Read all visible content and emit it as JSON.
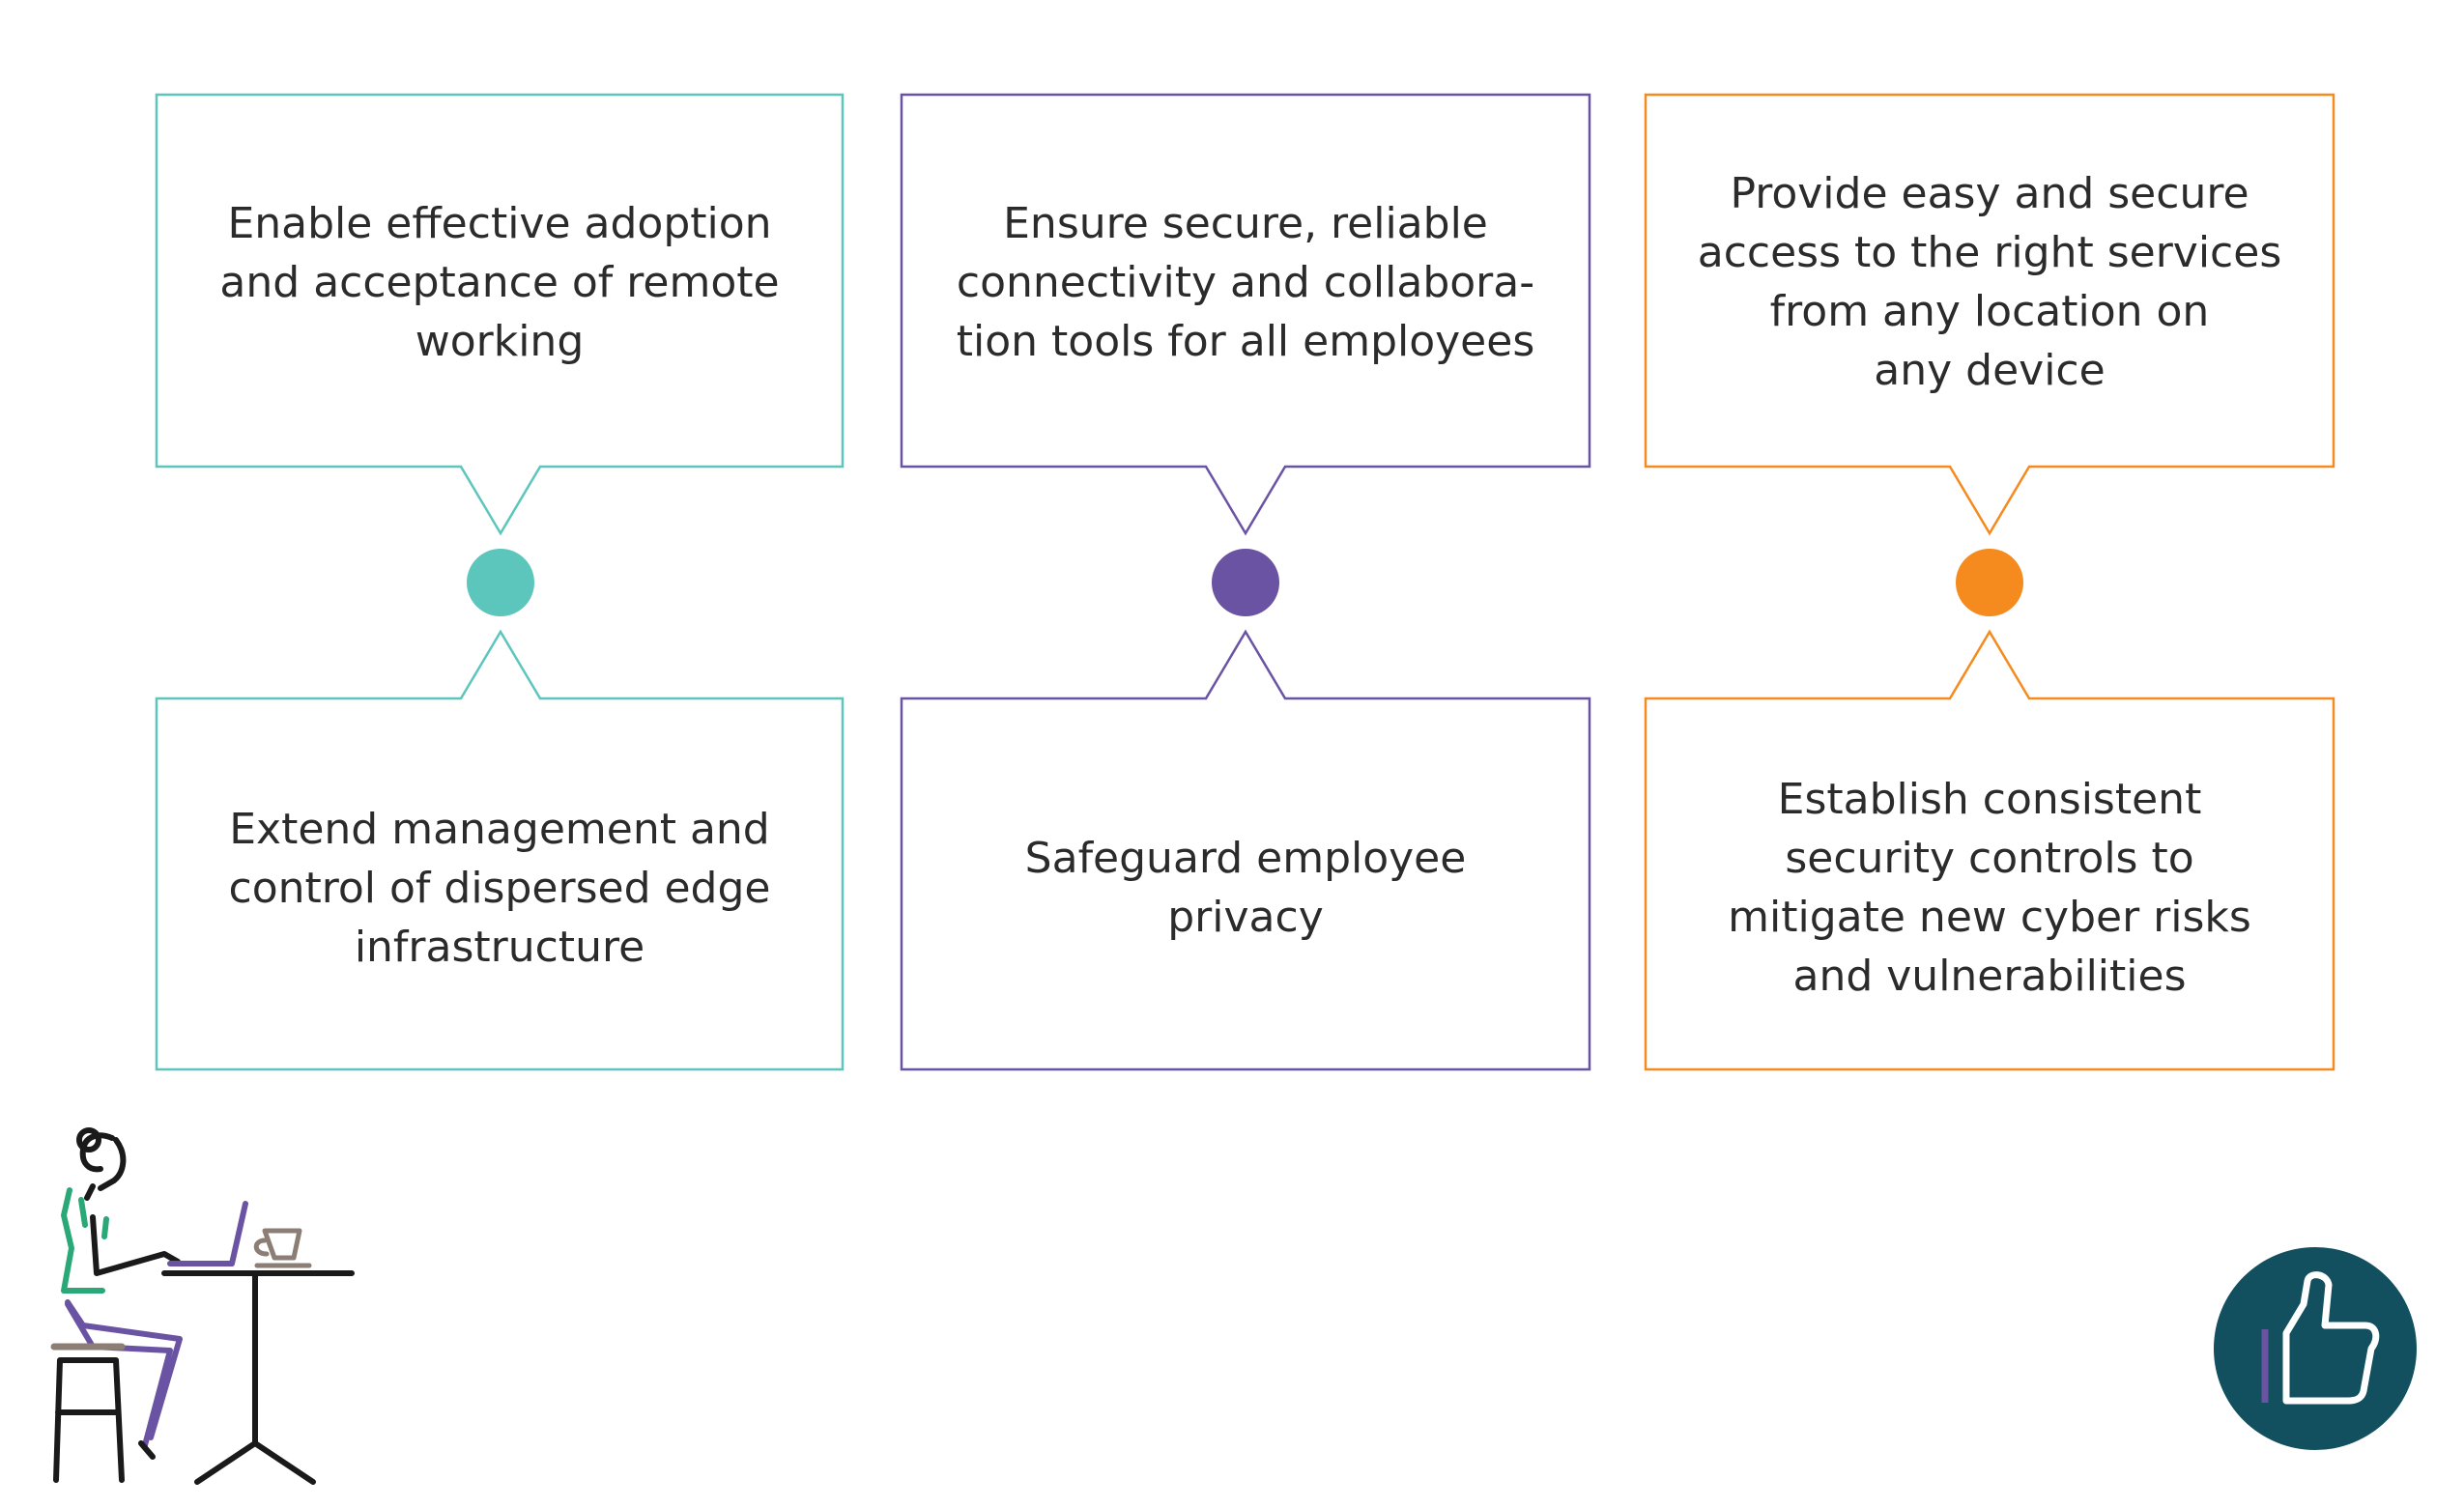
{
  "colors": {
    "teal": "#5cc6bd",
    "purple": "#6a53a3",
    "orange": "#f58a1f",
    "text": "#2b2b2b",
    "badge_bg": "#12505f",
    "figure_line": "#1a1a1a",
    "figure_top": "#2aa877",
    "figure_legs": "#6a53a3",
    "figure_props": "#8c7e74"
  },
  "columns": [
    {
      "color_name": "teal",
      "top_text": "Enable effective adoption\nand acceptance of remote\nworking",
      "bottom_text": "Extend management and\ncontrol of dispersed edge\ninfrastructure"
    },
    {
      "color_name": "purple",
      "top_text": "Ensure secure, reliable\nconnectivity and collabora-\ntion tools for all employees",
      "bottom_text": "Safeguard employee\nprivacy"
    },
    {
      "color_name": "orange",
      "top_text": "Provide easy and secure\naccess to the right services\nfrom any location on\nany device",
      "bottom_text": "Establish consistent\nsecurity controls to\nmitigate new cyber risks\nand vulnerabilities"
    }
  ],
  "icons": {
    "figure": "person-at-laptop-illustration",
    "badge": "thumbs-up-icon"
  }
}
